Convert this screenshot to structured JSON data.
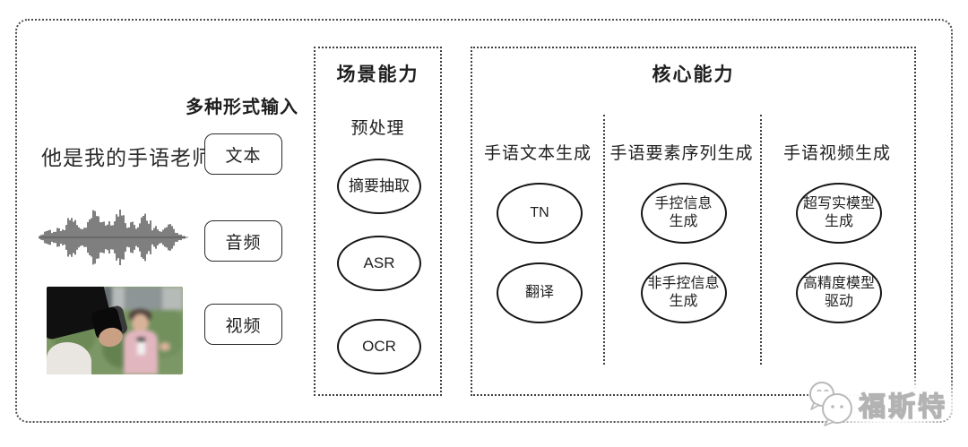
{
  "input_section": {
    "title": "多种形式输入",
    "text_sample": "他是我的手语老师",
    "buttons": [
      {
        "label": "文本"
      },
      {
        "label": "音频"
      },
      {
        "label": "视频"
      }
    ]
  },
  "scene_box": {
    "title": "场景能力",
    "subtitle": "预处理",
    "nodes": [
      {
        "lines": [
          "摘要抽取"
        ]
      },
      {
        "lines": [
          "ASR"
        ]
      },
      {
        "lines": [
          "OCR"
        ]
      }
    ]
  },
  "core_box": {
    "title": "核心能力",
    "columns": [
      {
        "header": "手语文本生成",
        "nodes": [
          {
            "lines": [
              "TN"
            ]
          },
          {
            "lines": [
              "翻译"
            ]
          }
        ]
      },
      {
        "header": "手语要素序列生成",
        "nodes": [
          {
            "lines": [
              "手控信息",
              "生成"
            ]
          },
          {
            "lines": [
              "非手控信息",
              "生成"
            ]
          }
        ]
      },
      {
        "header": "手语视频生成",
        "nodes": [
          {
            "lines": [
              "超写实模型",
              "生成"
            ]
          },
          {
            "lines": [
              "高精度模型",
              "驱动"
            ]
          }
        ]
      }
    ]
  },
  "watermark": {
    "label": "福斯特"
  },
  "colors": {
    "line": "#1f1f1f",
    "dotted_border": "#4d4d4d",
    "watermark_gray": "#b3b3b3"
  }
}
